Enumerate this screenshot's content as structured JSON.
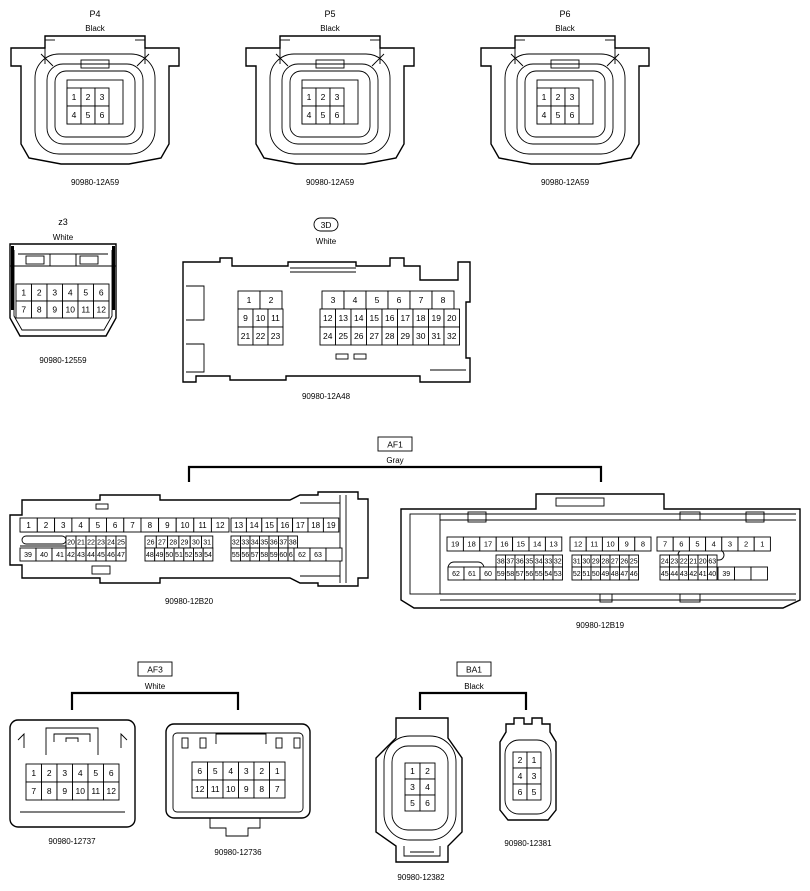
{
  "connectors": {
    "p4": {
      "name": "P4",
      "color": "Black",
      "part": "90980-12A59",
      "pins": [
        "1",
        "2",
        "3",
        "4",
        "5",
        "6"
      ]
    },
    "p5": {
      "name": "P5",
      "color": "Black",
      "part": "90980-12A59",
      "pins": [
        "1",
        "2",
        "3",
        "4",
        "5",
        "6"
      ]
    },
    "p6": {
      "name": "P6",
      "color": "Black",
      "part": "90980-12A59",
      "pins": [
        "1",
        "2",
        "3",
        "4",
        "5",
        "6"
      ]
    },
    "z3": {
      "name": "z3",
      "color": "White",
      "part": "90980-12559",
      "pins": [
        "1",
        "2",
        "3",
        "4",
        "5",
        "6",
        "7",
        "8",
        "9",
        "10",
        "11",
        "12"
      ]
    },
    "d3": {
      "name": "3D",
      "color": "White",
      "part": "90980-12A48",
      "pins": [
        "1",
        "2",
        "9",
        "10",
        "11",
        "21",
        "22",
        "23",
        "3",
        "4",
        "5",
        "6",
        "7",
        "8",
        "12",
        "13",
        "14",
        "15",
        "16",
        "17",
        "18",
        "19",
        "20",
        "24",
        "25",
        "26",
        "27",
        "28",
        "29",
        "30",
        "31",
        "32"
      ]
    },
    "af1": {
      "name": "AF1",
      "color": "Gray",
      "left": {
        "part": "90980-12B20",
        "pins": [
          "1",
          "2",
          "3",
          "4",
          "5",
          "6",
          "7",
          "8",
          "9",
          "10",
          "11",
          "12",
          "13",
          "14",
          "15",
          "16",
          "17",
          "18",
          "19",
          "20",
          "21",
          "22",
          "23",
          "24",
          "25",
          "26",
          "27",
          "28",
          "29",
          "30",
          "31",
          "32",
          "33",
          "34",
          "35",
          "36",
          "37",
          "38",
          "39",
          "40",
          "41",
          "42",
          "43",
          "44",
          "45",
          "46",
          "47",
          "48",
          "49",
          "50",
          "51",
          "52",
          "53",
          "54",
          "55",
          "56",
          "57",
          "58",
          "59",
          "60",
          "61",
          "62",
          "63"
        ]
      },
      "right": {
        "part": "90980-12B19",
        "pins": [
          "19",
          "18",
          "17",
          "16",
          "15",
          "14",
          "13",
          "12",
          "11",
          "10",
          "9",
          "8",
          "7",
          "6",
          "5",
          "4",
          "3",
          "2",
          "1",
          "38",
          "37",
          "36",
          "35",
          "34",
          "33",
          "32",
          "31",
          "30",
          "29",
          "28",
          "27",
          "26",
          "25",
          "24",
          "23",
          "22",
          "21",
          "20",
          "63",
          "62",
          "61",
          "60",
          "59",
          "58",
          "57",
          "56",
          "55",
          "54",
          "53",
          "52",
          "51",
          "50",
          "49",
          "48",
          "47",
          "46",
          "45",
          "44",
          "43",
          "42",
          "41",
          "40",
          "39"
        ]
      }
    },
    "af3": {
      "name": "AF3",
      "color": "White",
      "left": {
        "part": "90980-12737",
        "pins": [
          "1",
          "2",
          "3",
          "4",
          "5",
          "6",
          "7",
          "8",
          "9",
          "10",
          "11",
          "12"
        ]
      },
      "right": {
        "part": "90980-12736",
        "pins": [
          "6",
          "5",
          "4",
          "3",
          "2",
          "1",
          "12",
          "11",
          "10",
          "9",
          "8",
          "7"
        ]
      }
    },
    "ba1": {
      "name": "BA1",
      "color": "Black",
      "left": {
        "part": "90980-12382",
        "pins": [
          "1",
          "2",
          "3",
          "4",
          "5",
          "6"
        ]
      },
      "right": {
        "part": "90980-12381",
        "pins": [
          "2",
          "1",
          "4",
          "3",
          "6",
          "5"
        ]
      }
    }
  }
}
